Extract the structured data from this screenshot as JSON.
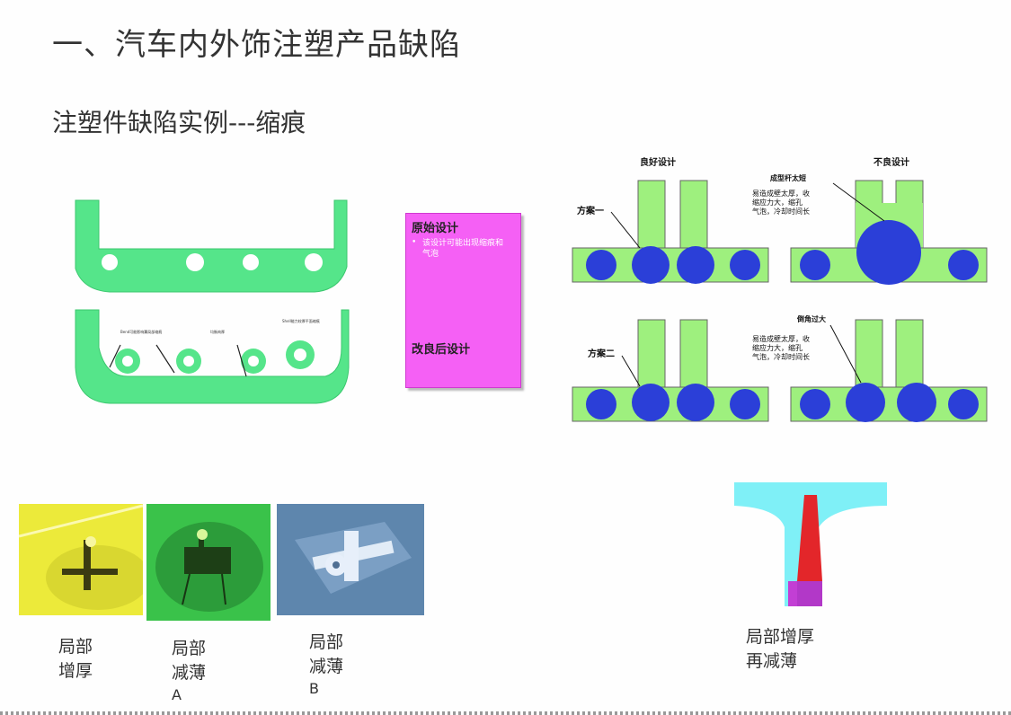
{
  "slide": {
    "title": "一、汽车内外饰注塑产品缺陷",
    "subtitle": "注塑件缺陷实例---缩痕"
  },
  "left_diagram": {
    "callouts": [
      "Bend可能影响翼局部缩痕",
      "均衡肉厚",
      "Shell能力较厚平面缩痕"
    ]
  },
  "design_box": {
    "original_label": "原始设计",
    "bullet": "•",
    "note": "该设计可能出现缩痕和气泡",
    "improved_label": "改良后设计"
  },
  "right_diagram": {
    "good_design": "良好设计",
    "bad_design": "不良设计",
    "scheme_one": "方案一",
    "scheme_two": "方案二",
    "boss_too_thick": "成型杆太短",
    "corner_too_big": "倒角过大",
    "note_line1": "易造成壁太厚，收",
    "note_line2": "缩应力大，缩孔",
    "note_line3": "气泡，冷却时间长"
  },
  "photos": [
    {
      "caption_line1": "局部",
      "caption_line2": "增厚",
      "sublabel": ""
    },
    {
      "caption_line1": "局部",
      "caption_line2": "减薄",
      "sublabel": "A"
    },
    {
      "caption_line1": "局部",
      "caption_line2": "减薄",
      "sublabel": "B"
    }
  ],
  "tee_section": {
    "caption_line1": "局部增厚",
    "caption_line2": "再减薄"
  },
  "colors": {
    "part_green": "#55e58a",
    "diagram_green": "#9ef07e",
    "ball_blue": "#2b3fd8",
    "magenta": "#f560f5",
    "cyan": "#7ff0f7",
    "red": "#e3262a",
    "purple": "#c23fd4"
  }
}
